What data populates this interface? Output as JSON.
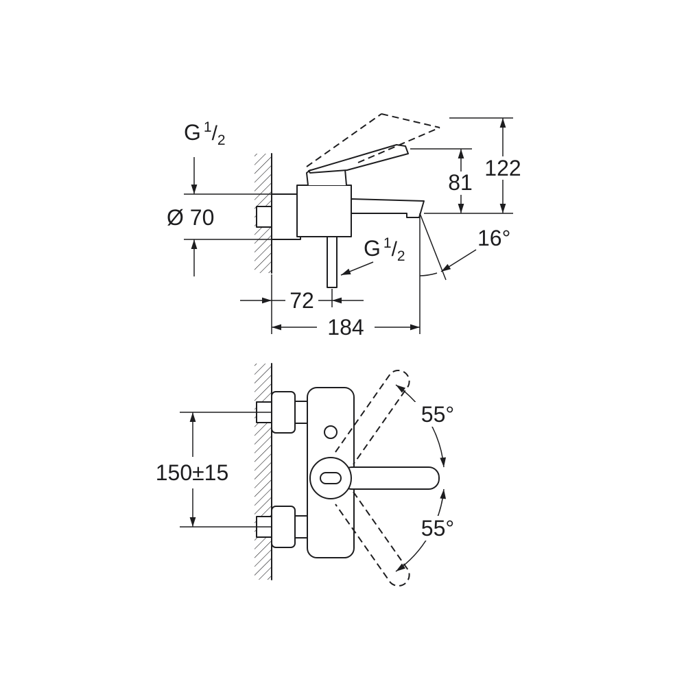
{
  "drawing": {
    "colors": {
      "line": "#1d1d1f",
      "background": "#ffffff"
    },
    "side_view": {
      "inlet_thread_label": {
        "base": "G",
        "numerator": "1",
        "slash": "/",
        "denominator": "2"
      },
      "escutcheon_diameter": "Ø 70",
      "spout_height": "81",
      "total_height": "122",
      "spout_angle": "16°",
      "outlet_thread_label": {
        "base": "G",
        "numerator": "1",
        "slash": "/",
        "denominator": "2"
      },
      "wall_to_outlet": "72",
      "spout_projection": "184"
    },
    "front_view": {
      "inlet_center_distance": "150±15",
      "handle_swing_up": "55°",
      "handle_swing_down": "55°"
    }
  }
}
